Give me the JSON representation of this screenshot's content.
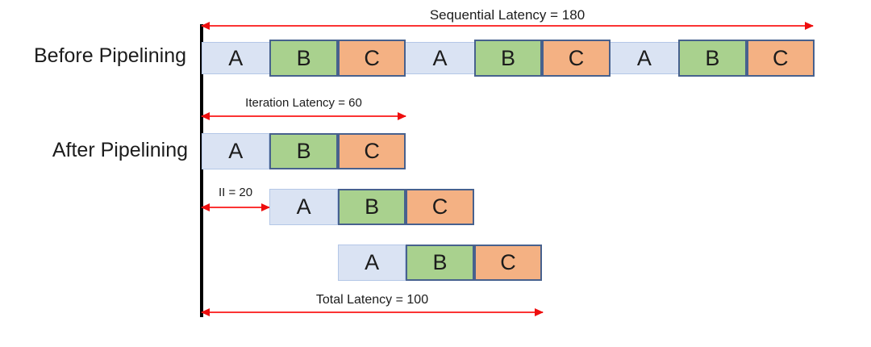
{
  "labels": {
    "before_row": "Before Pipelining",
    "after_row": "After Pipelining",
    "sequential": "Sequential Latency = 180",
    "iteration": "Iteration Latency = 60",
    "initiation_interval": "II = 20",
    "total": "Total Latency = 100"
  },
  "values": {
    "sequential_latency": 180,
    "iteration_latency": 60,
    "initiation_interval": 20,
    "total_latency": 100
  },
  "rows": [
    {
      "id": "before",
      "cells": [
        "A",
        "B",
        "C",
        "A",
        "B",
        "C",
        "A",
        "B",
        "C"
      ]
    },
    {
      "id": "after-iteration-1",
      "cells": [
        "A",
        "B",
        "C"
      ]
    },
    {
      "id": "after-iteration-2",
      "cells": [
        "A",
        "B",
        "C"
      ]
    },
    {
      "id": "after-iteration-3",
      "cells": [
        "A",
        "B",
        "C"
      ]
    }
  ],
  "colors": {
    "box_a_fill": "#dae3f3",
    "box_a_border": "#b4c7e7",
    "box_b_fill": "#a9d18e",
    "box_c_fill": "#f4b183",
    "box_bc_border": "#47618e",
    "arrow_line": "#fb3434",
    "arrow_head": "#ee0e0e",
    "baseline": "#000000",
    "text": "#1c1c1c"
  }
}
